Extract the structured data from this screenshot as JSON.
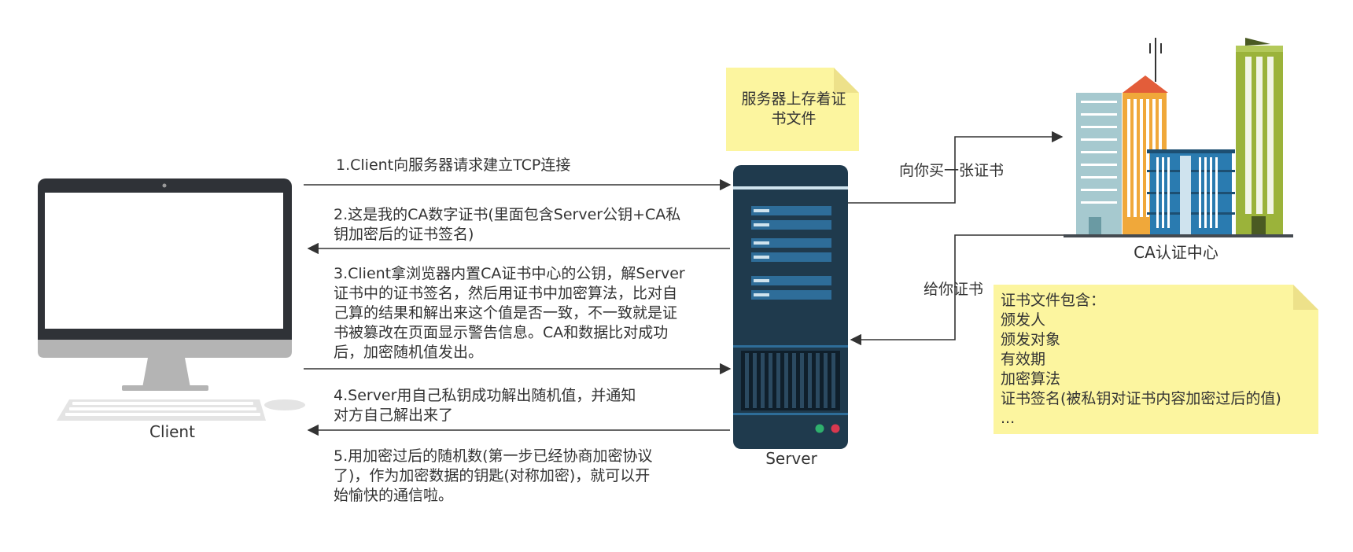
{
  "colors": {
    "server_body": "#1f3a4d",
    "server_slot": "#2e6d99",
    "monitor_frame": "#2f3237",
    "monitor_stand": "#b4b4b4",
    "note_yellow": "#fcf59f",
    "arrow": "#333333",
    "building_green": "#9bb33a",
    "building_orange": "#f0a83a",
    "building_blue": "#2a7bb0",
    "building_teal": "#a6c9cf"
  },
  "icons": {
    "client": "desktop-computer-icon",
    "server": "server-tower-icon",
    "ca": "city-buildings-icon"
  },
  "labels": {
    "client": "Client",
    "server": "Server",
    "ca": "CA认证中心"
  },
  "steps": {
    "s1": "1.Client向服务器请求建立TCP连接",
    "s2": "2.这是我的CA数字证书(里面包含Server公钥+CA私\n钥加密后的证书签名)",
    "s3": "3.Client拿浏览器内置CA证书中心的公钥，解Server\n证书中的证书签名，然后用证书中加密算法，比对自\n己算的结果和解出来这个值是否一致，不一致就是证\n书被篡改在页面显示警告信息。CA和数据比对成功\n后，加密随机值发出。",
    "s4": "4.Server用自己私钥成功解出随机值，并通知\n对方自己解出来了",
    "s5": "5.用加密过后的随机数(第一步已经协商加密协议\n了)，作为加密数据的钥匙(对称加密)，就可以开\n始愉快的通信啦。"
  },
  "server_note": "服务器上存着证\n书文件",
  "ca_flow": {
    "buy": "向你买一张证书",
    "give": "给你证书"
  },
  "cert_note": "证书文件包含：\n颁发人\n颁发对象\n有效期\n加密算法\n证书签名(被私钥对证书内容加密过后的值)\n..."
}
